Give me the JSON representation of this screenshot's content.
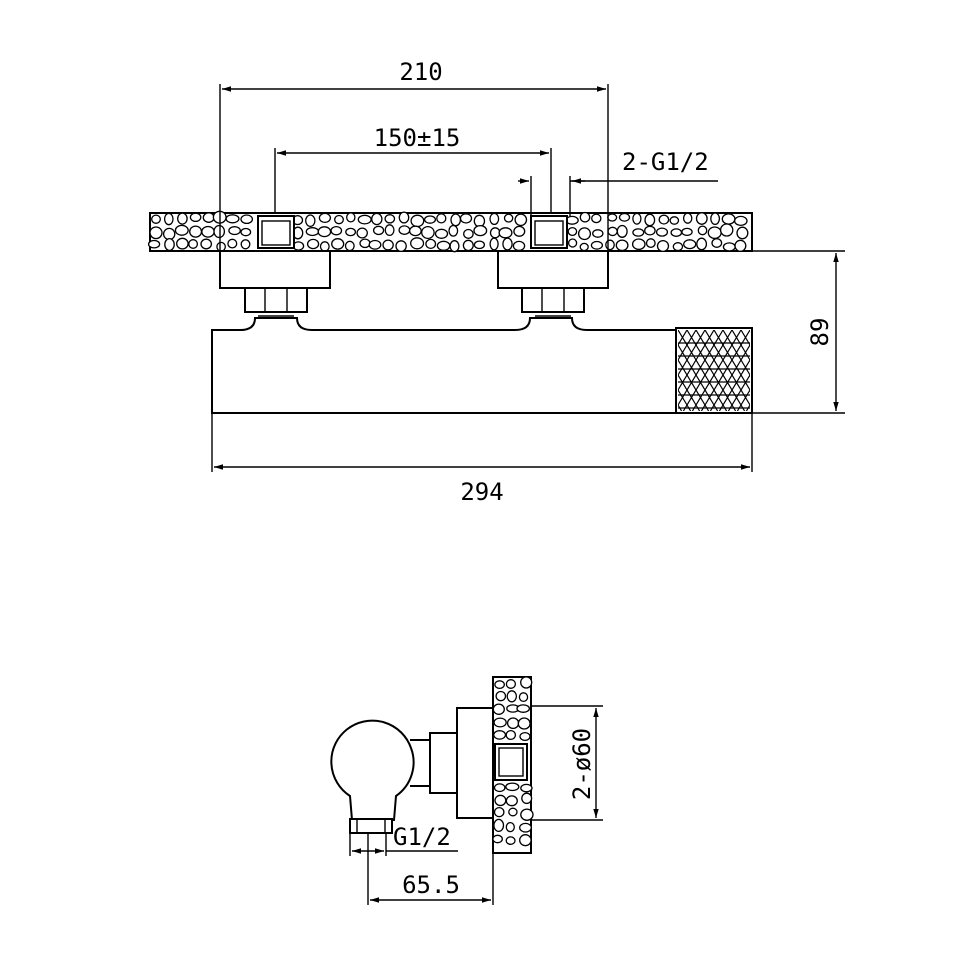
{
  "front_view": {
    "dimensions": {
      "overall_width": "210",
      "inlet_spacing": "150±15",
      "thread": "2-G1/2",
      "height": "89",
      "total_length": "294"
    }
  },
  "side_view": {
    "dimensions": {
      "flange": "2-ø60",
      "outlet_thread": "G1/2",
      "depth": "65.5"
    }
  }
}
